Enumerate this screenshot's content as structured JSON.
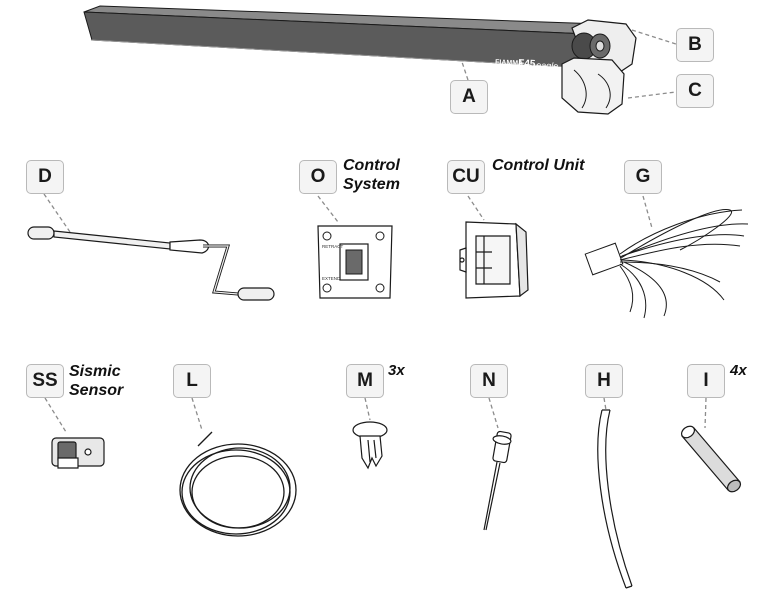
{
  "colors": {
    "line": "#1a1a1a",
    "awning": "#5b5b5b",
    "tag_border": "#b9b9b9",
    "tag_bg": "#f4f4f4",
    "leader": "#8c8c8c"
  },
  "awning": {
    "brand_a": "FIAMMA",
    "brand_b": "F45",
    "brand_c": "eagle"
  },
  "control_panel": {
    "retract": "RETRACT",
    "extend": "EXTEND"
  },
  "parts": [
    {
      "id": "awning",
      "label": "A",
      "caption": ""
    },
    {
      "id": "end-cap",
      "label": "B",
      "caption": ""
    },
    {
      "id": "arm-bracket",
      "label": "C",
      "caption": ""
    },
    {
      "id": "crank-handle",
      "label": "D",
      "caption": ""
    },
    {
      "id": "control-system",
      "label": "O",
      "caption_line1": "Control",
      "caption_line2": "System"
    },
    {
      "id": "control-unit",
      "label": "CU",
      "caption": "Control Unit"
    },
    {
      "id": "wire-harness",
      "label": "G",
      "caption": ""
    },
    {
      "id": "sismic-sensor",
      "label": "SS",
      "caption_line1": "Sismic",
      "caption_line2": "Sensor"
    },
    {
      "id": "cable-coil",
      "label": "L",
      "caption": ""
    },
    {
      "id": "push-rivet",
      "label": "M",
      "caption": "",
      "quantity": "3x"
    },
    {
      "id": "blind-rivet",
      "label": "N",
      "caption": ""
    },
    {
      "id": "flexible-tube",
      "label": "H",
      "caption": ""
    },
    {
      "id": "sleeve",
      "label": "I",
      "caption": "",
      "quantity": "4x"
    }
  ]
}
